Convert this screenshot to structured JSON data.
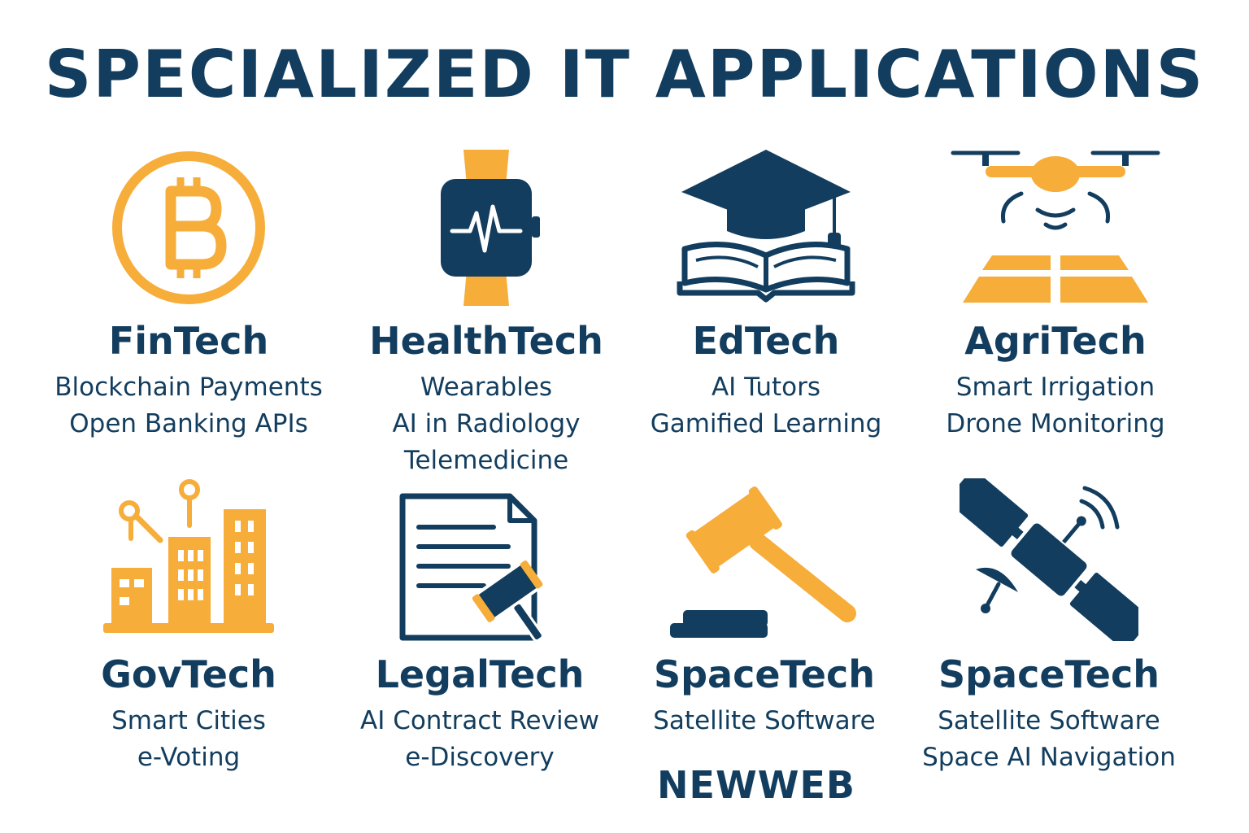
{
  "title": "SPECIALIZED IT APPLICATIONS",
  "colors": {
    "navy": "#123d5e",
    "orange": "#f6ad3a"
  },
  "categories": [
    {
      "name": "FinTech",
      "icon": "bitcoin-icon",
      "items": [
        "Blockchain Payments",
        "Open Banking APIs"
      ]
    },
    {
      "name": "HealthTech",
      "icon": "smartwatch-heartbeat-icon",
      "items": [
        "Wearables",
        "AI in Radiology",
        "Telemedicine"
      ]
    },
    {
      "name": "EdTech",
      "icon": "graduation-cap-book-icon",
      "items": [
        "AI Tutors",
        "Gamified Learning"
      ]
    },
    {
      "name": "AgriTech",
      "icon": "drone-field-icon",
      "items": [
        "Smart Irrigation",
        "Drone Monitoring"
      ]
    },
    {
      "name": "GovTech",
      "icon": "smart-city-icon",
      "items": [
        "Smart Cities",
        "e-Voting"
      ]
    },
    {
      "name": "LegalTech",
      "icon": "contract-gavel-icon",
      "items": [
        "AI Contract Review",
        "e-Discovery"
      ]
    },
    {
      "name": "SpaceTech",
      "icon": "gavel-icon",
      "items": [
        "Satellite Software"
      ]
    },
    {
      "name": "SpaceTech",
      "icon": "satellite-icon",
      "items": [
        "Satellite Software",
        "Space AI Navigation"
      ]
    }
  ],
  "brand": "NEWWEB"
}
